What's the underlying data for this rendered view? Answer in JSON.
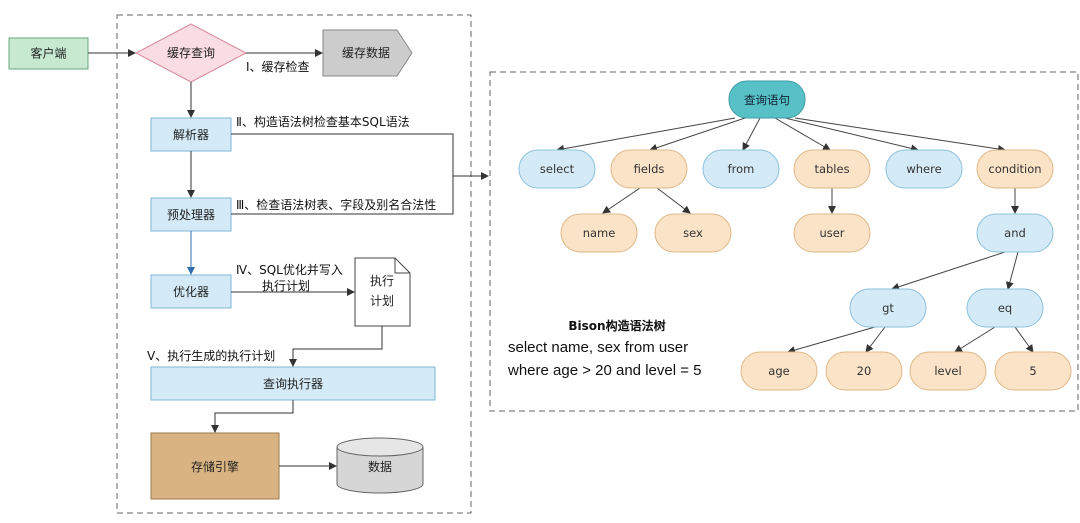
{
  "flow": {
    "client": "客户端",
    "cache_query": "缓存查询",
    "cache_data": "缓存数据",
    "parser": "解析器",
    "preprocessor": "预处理器",
    "optimizer": "优化器",
    "exec_plan_line1": "执行",
    "exec_plan_line2": "计划",
    "query_executor": "查询执行器",
    "storage_engine": "存储引擎",
    "data": "数据"
  },
  "steps": {
    "s1": "Ⅰ、缓存检查",
    "s2": "Ⅱ、构造语法树检查基本SQL语法",
    "s3": "Ⅲ、检查语法树表、字段及别名合法性",
    "s4_line1": "Ⅳ、SQL优化并写入",
    "s4_line2": "执行计划",
    "s5": "Ⅴ、执行生成的执行计划"
  },
  "tree": {
    "root": "查询语句",
    "select": "select",
    "fields": "fields",
    "from": "from",
    "tables": "tables",
    "where": "where",
    "condition": "condition",
    "name": "name",
    "sex": "sex",
    "user": "user",
    "and": "and",
    "gt": "gt",
    "eq": "eq",
    "age": "age",
    "v20": "20",
    "level": "level",
    "v5": "5"
  },
  "caption": {
    "title": "Bison构造语法树",
    "line1": "select name, sex from user",
    "line2": "where age > 20 and level = 5"
  },
  "colors": {
    "green_box": "#c6e9cf",
    "blue_box": "#d4ebf7",
    "pink_diamond": "#f9dde3",
    "gray_pentagon": "#cccccc",
    "storage_box": "#d9b482",
    "tree_root": "#58c1c7",
    "tree_blue": "#d4ebf7",
    "tree_orange": "#fbe3c8"
  }
}
